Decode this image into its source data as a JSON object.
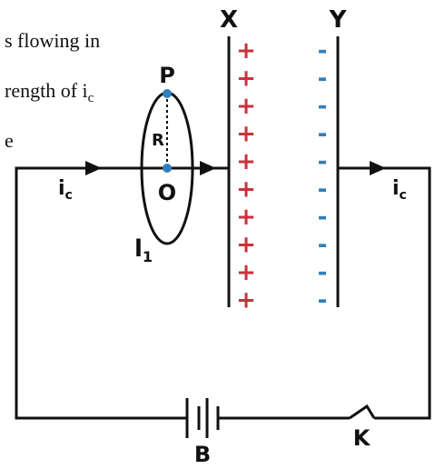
{
  "fragments": {
    "line1": "s flowing in",
    "line2_main": "rength of i",
    "line2_sub": "c",
    "line3": "e"
  },
  "labels": {
    "plate_x": "X",
    "plate_y": "Y",
    "point_p": "P",
    "point_o": "O",
    "radius": "R",
    "loop_main": "l",
    "loop_sub": "1",
    "current_left_main": "i",
    "current_left_sub": "c",
    "current_right_main": "i",
    "current_right_sub": "c",
    "battery": "B",
    "key": "K",
    "plus": "+",
    "minus": "-"
  },
  "charges": {
    "plus_count": 10,
    "minus_count": 10
  },
  "colors": {
    "wire": "#111111",
    "positive": "#c8323c",
    "negative": "#2f7fbf",
    "point": "#2f7fbf"
  }
}
